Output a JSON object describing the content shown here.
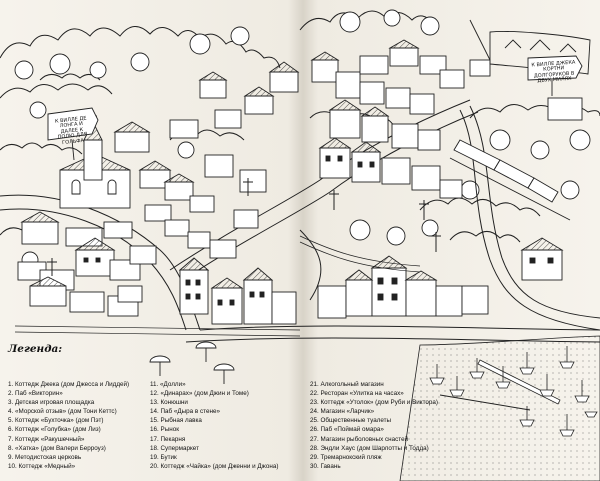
{
  "map": {
    "signposts": {
      "left": "К ВИЛЛЕ ДЕ ЛОНГА И ДАЛЕЕ К ПОЛЮ ДЛЯ ГОЛЬФА",
      "right": "К ВИЛЛЕ ДЖЕКА КОРТНИ ДОЛГОРУКОВ В ДВУХ МИЛЯХ"
    },
    "legend": {
      "title": "Легенда:",
      "items": [
        "1. Коттедж Джека (дом Джесса и Лиддей)",
        "2. Паб «Викторин»",
        "3. Детская игровая площадка",
        "4. «Морской отзыв» (дом Тони Кеттс)",
        "5. Коттедж «Бухточка» (дом Пэт)",
        "6. Коттедж «Голубка» (дом Лиз)",
        "7. Коттедж «Ракушечный»",
        "8. «Хатка» (дом Валери Берроуз)",
        "9. Методистская церковь",
        "10. Коттедж «Медный»",
        "11. «Долли»",
        "12. «Динарах» (дом Джин и Томе)",
        "13. Конюшни",
        "14. Паб «Дыра в стене»",
        "15. Рыбная лавка",
        "16. Рынок",
        "17. Пекарня",
        "18. Супермаркет",
        "19. Бутик",
        "20. Коттедж «Чайка» (дом Дженни и Джона)",
        "21. Алкогольный магазин",
        "22. Ресторан «Улитка на часах»",
        "23. Коттедж «Утолок» (дом Руби и Виктора)",
        "24. Магазин «Ларчик»",
        "25. Общественные туалеты",
        "26. Паб «Поймай омара»",
        "27. Магазин рыболовных снастей",
        "28. Эндли Хаус (дом Шарлотты и Тодда)",
        "29. Тремарнокский пляж",
        "30. Гавань"
      ]
    },
    "icons": [
      "signpost-icon",
      "beach-umbrella-icon",
      "church-icon",
      "boat-icon",
      "tree-icon",
      "train-icon",
      "lamp-post-icon"
    ]
  }
}
